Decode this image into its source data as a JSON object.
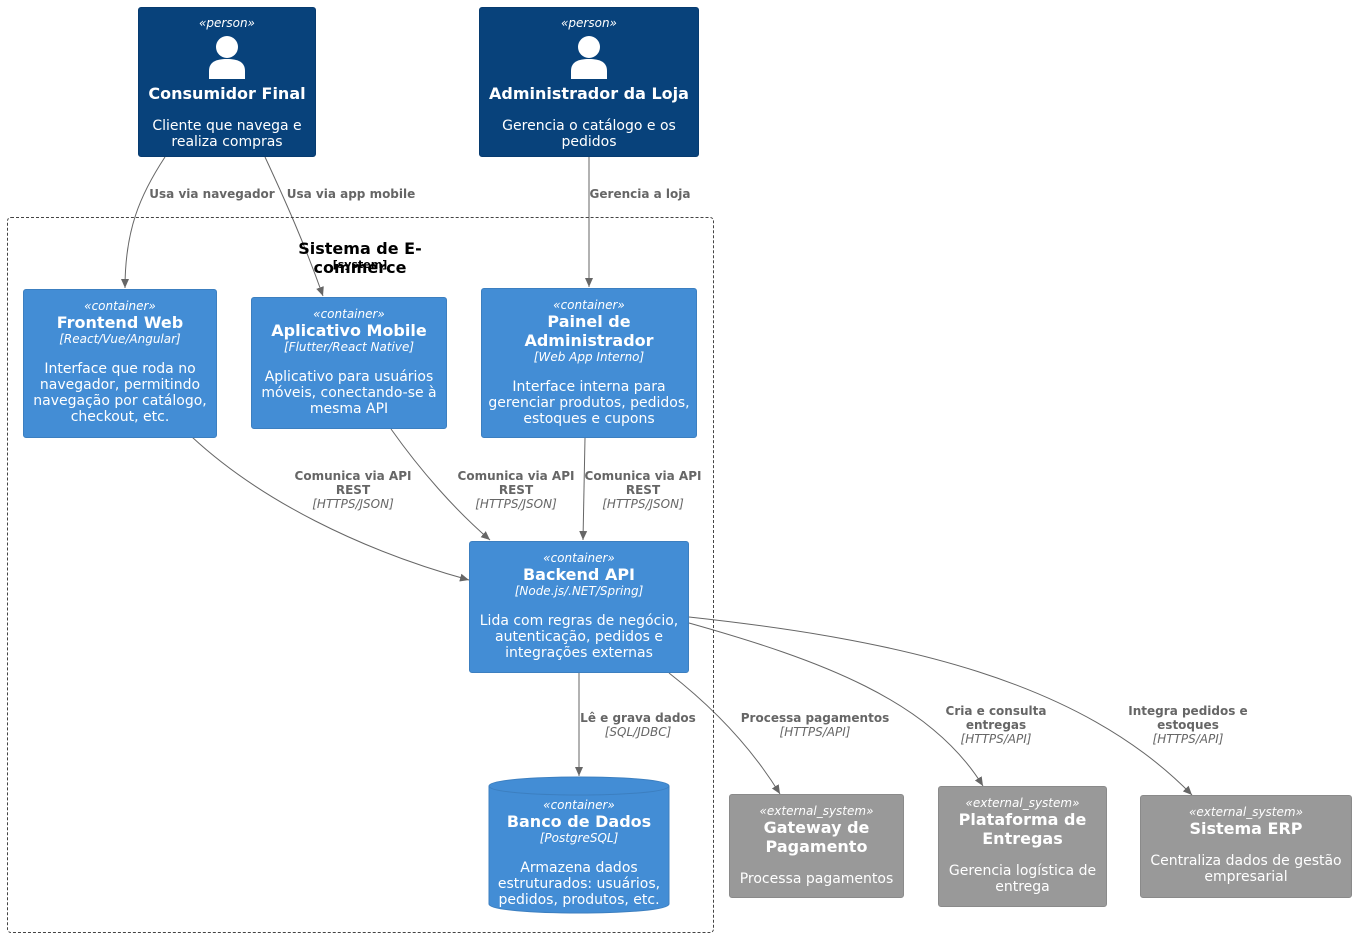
{
  "persons": {
    "consumer": {
      "stereotype": "«person»",
      "name": "Consumidor Final",
      "description": "Cliente que navega e realiza compras",
      "color": "#08427b"
    },
    "admin": {
      "stereotype": "«person»",
      "name": "Administrador da Loja",
      "description": "Gerencia o catálogo e os pedidos",
      "color": "#08427b"
    }
  },
  "boundary": {
    "name": "Sistema de E-commerce",
    "type": "[system]"
  },
  "containers": {
    "frontend": {
      "stereotype": "«container»",
      "name": "Frontend Web",
      "technology": "[React/Vue/Angular]",
      "description": "Interface que roda no navegador, permitindo navegação por catálogo, checkout, etc."
    },
    "mobile": {
      "stereotype": "«container»",
      "name": "Aplicativo Mobile",
      "technology": "[Flutter/React Native]",
      "description": "Aplicativo para usuários móveis, conectando-se à mesma API"
    },
    "adminpanel": {
      "stereotype": "«container»",
      "name": "Painel de Administrador",
      "technology": "[Web App Interno]",
      "description": "Interface interna para gerenciar produtos, pedidos, estoques e cupons"
    },
    "backend": {
      "stereotype": "«container»",
      "name": "Backend API",
      "technology": "[Node.js/.NET/Spring]",
      "description": "Lida com regras de negócio, autenticação, pedidos e integrações externas"
    },
    "database": {
      "stereotype": "«container»",
      "name": "Banco de Dados",
      "technology": "[PostgreSQL]",
      "description": "Armazena dados estruturados: usuários, pedidos, produtos, etc."
    },
    "color": "#438dd5"
  },
  "external_systems": {
    "payment": {
      "stereotype": "«external_system»",
      "name": "Gateway de Pagamento",
      "description": "Processa pagamentos"
    },
    "delivery": {
      "stereotype": "«external_system»",
      "name": "Plataforma de Entregas",
      "description": "Gerencia logística de entrega"
    },
    "erp": {
      "stereotype": "«external_system»",
      "name": "Sistema ERP",
      "description": "Centraliza dados de gestão empresarial"
    },
    "color": "#999999"
  },
  "relations": {
    "consumer_frontend": {
      "label": "Usa via navegador"
    },
    "consumer_mobile": {
      "label": "Usa via app mobile"
    },
    "admin_panel": {
      "label": "Gerencia a loja"
    },
    "frontend_backend": {
      "label": "Comunica via API REST",
      "technology": "[HTTPS/JSON]"
    },
    "mobile_backend": {
      "label": "Comunica via API REST",
      "technology": "[HTTPS/JSON]"
    },
    "panel_backend": {
      "label": "Comunica via API REST",
      "technology": "[HTTPS/JSON]"
    },
    "backend_db": {
      "label": "Lê e grava dados",
      "technology": "[SQL/JDBC]"
    },
    "backend_payment": {
      "label": "Processa pagamentos",
      "technology": "[HTTPS/API]"
    },
    "backend_delivery": {
      "label": "Cria e consulta entregas",
      "technology": "[HTTPS/API]"
    },
    "backend_erp": {
      "label": "Integra pedidos e estoques",
      "technology": "[HTTPS/API]"
    },
    "color": "#666666"
  }
}
